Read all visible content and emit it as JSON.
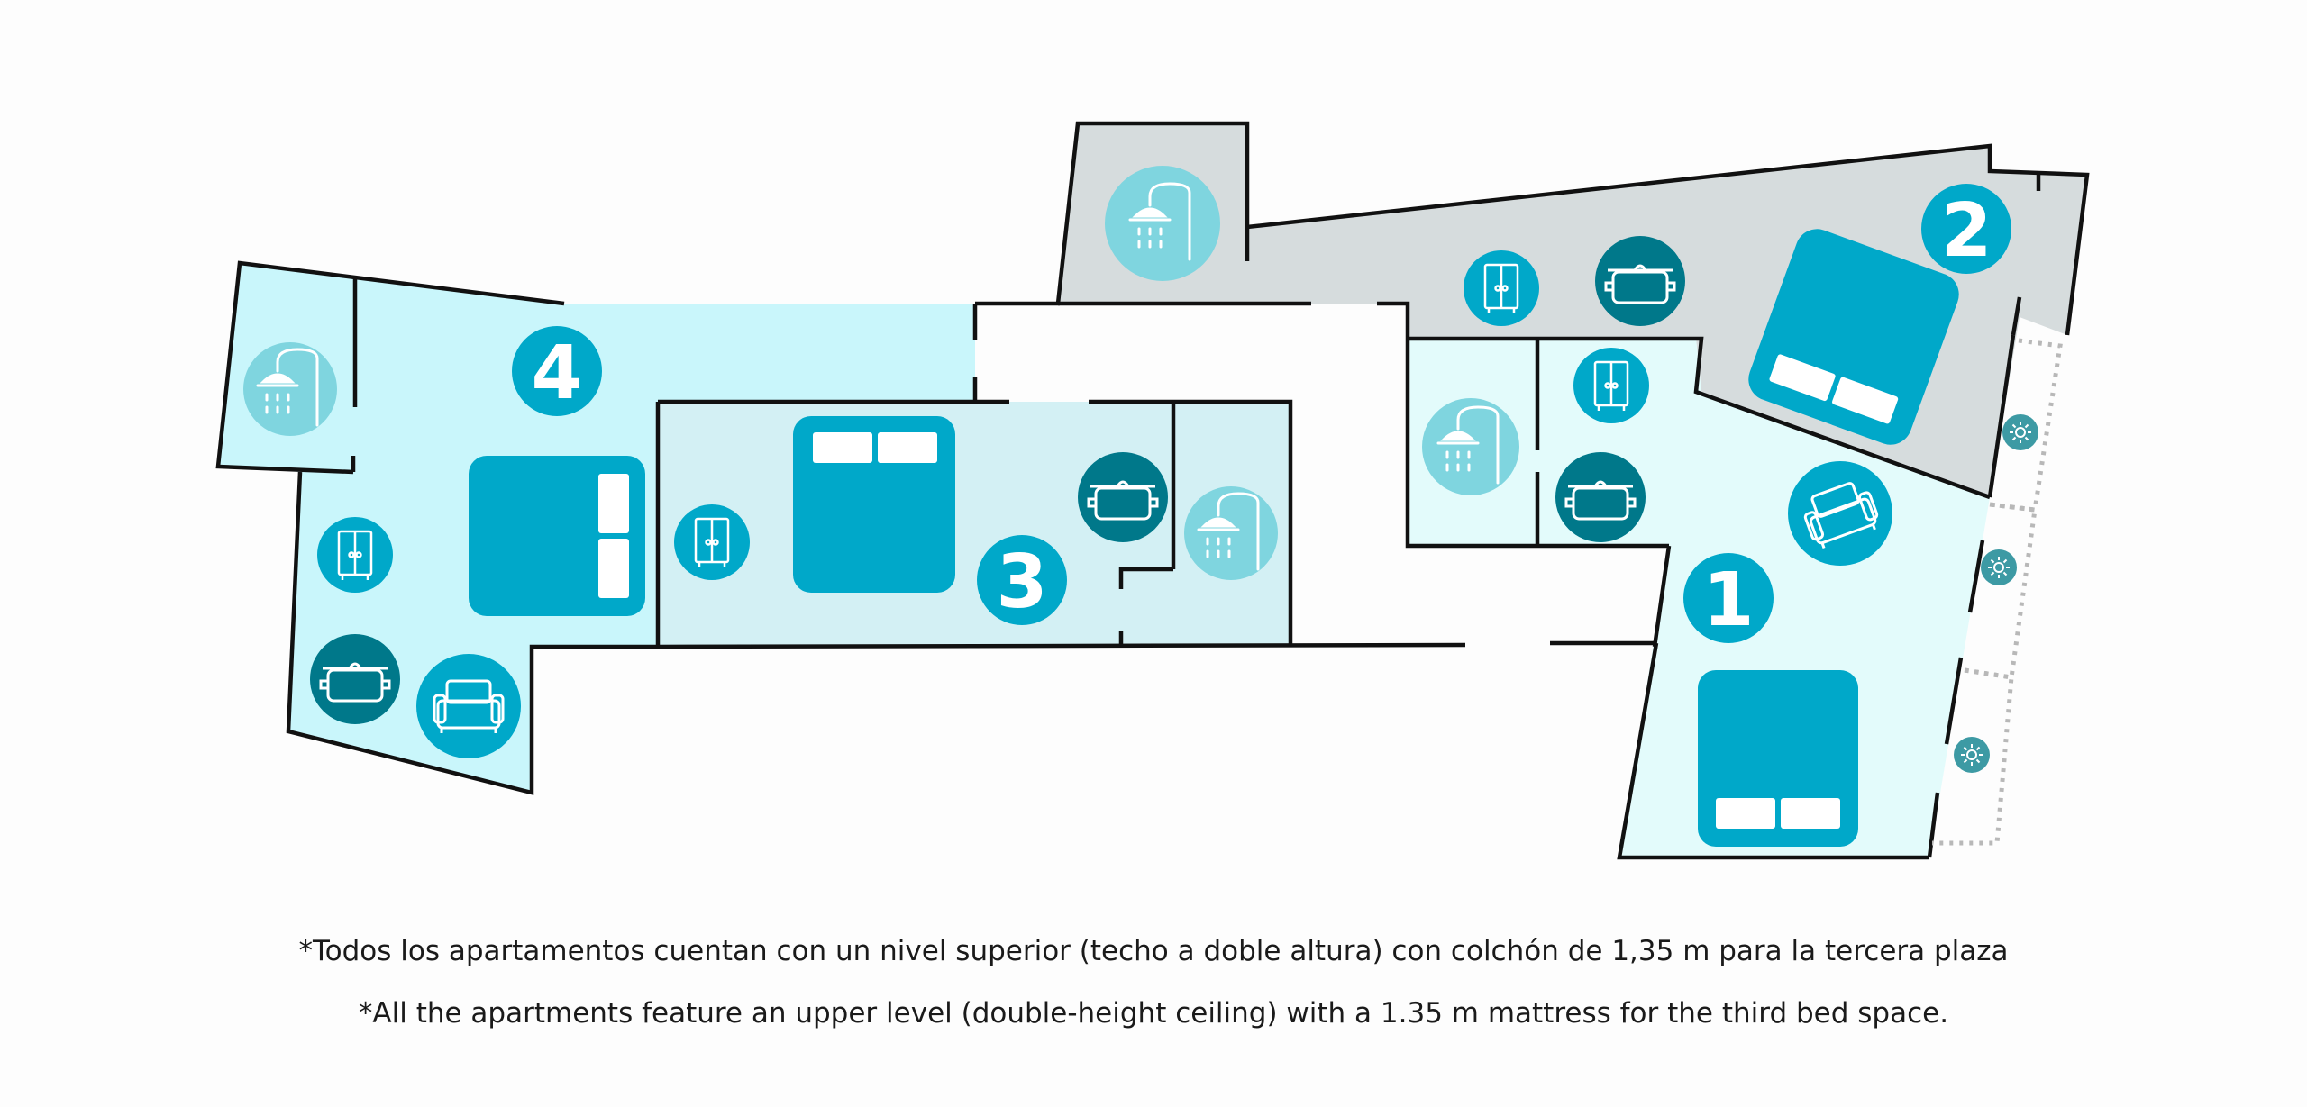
{
  "plan": {
    "units": [
      {
        "number": "1",
        "icons": [
          "bed-icon",
          "sofa-icon",
          "shower-icon",
          "wardrobe-icon",
          "kitchen-pot-icon"
        ]
      },
      {
        "number": "2",
        "icons": [
          "bed-icon",
          "shower-icon",
          "wardrobe-icon",
          "kitchen-pot-icon"
        ]
      },
      {
        "number": "3",
        "icons": [
          "bed-icon",
          "shower-icon",
          "wardrobe-icon",
          "kitchen-pot-icon"
        ]
      },
      {
        "number": "4",
        "icons": [
          "bed-icon",
          "sofa-icon",
          "shower-icon",
          "wardrobe-icon",
          "kitchen-pot-icon"
        ]
      }
    ],
    "balcony_icons": [
      "sun-icon",
      "sun-icon",
      "sun-icon"
    ],
    "colors": {
      "unit_1": "#e3fbfb",
      "unit_2": "#d6dcdd",
      "unit_3": "#d3f0f4",
      "unit_4": "#c9f6fb",
      "accent": "#00a8c9",
      "dark_accent": "#00788a",
      "light_accent": "#7fd5df",
      "walls": "#111111"
    }
  },
  "notes": {
    "es": "*Todos los apartamentos cuentan con un nivel superior (techo a doble altura) con colchón de 1,35 m para la tercera plaza",
    "en": "*All the apartments feature an upper level (double-height ceiling) with a 1.35 m mattress for the third bed space."
  }
}
